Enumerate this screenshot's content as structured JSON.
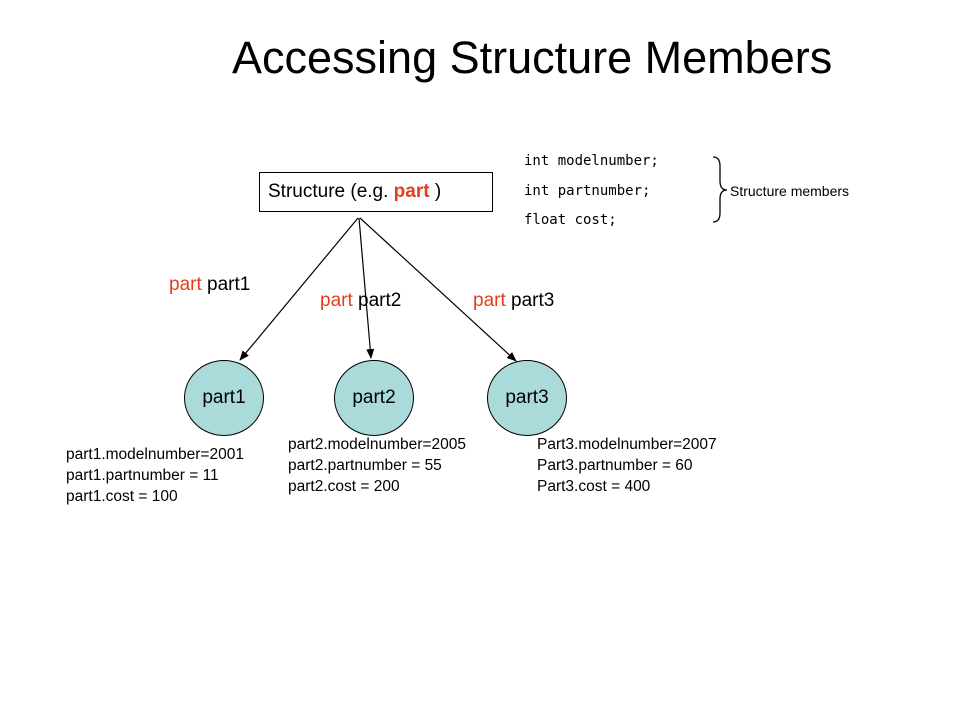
{
  "title": "Accessing Structure Members",
  "structure": {
    "prefix": "Structure (e.g. ",
    "keyword": "part",
    "suffix": " )"
  },
  "members": {
    "lines": [
      "int modelnumber;",
      "int partnumber;",
      "float cost;"
    ],
    "label": "Structure members"
  },
  "edges": [
    {
      "type": "part",
      "name": " part1"
    },
    {
      "type": "part",
      "name": " part2"
    },
    {
      "type": "part",
      "name": " part3"
    }
  ],
  "nodes": [
    "part1",
    "part2",
    "part3"
  ],
  "field_blocks": [
    [
      "part1.modelnumber=2001",
      "part1.partnumber = 11",
      "part1.cost = 100"
    ],
    [
      "part2.modelnumber=2005",
      "part2.partnumber = 55",
      "part2.cost = 200"
    ],
    [
      "Part3.modelnumber=2007",
      "Part3.partnumber = 60",
      "Part3.cost = 400"
    ]
  ],
  "colors": {
    "keyword": "#e0401a",
    "node_fill": "#abdadb"
  }
}
